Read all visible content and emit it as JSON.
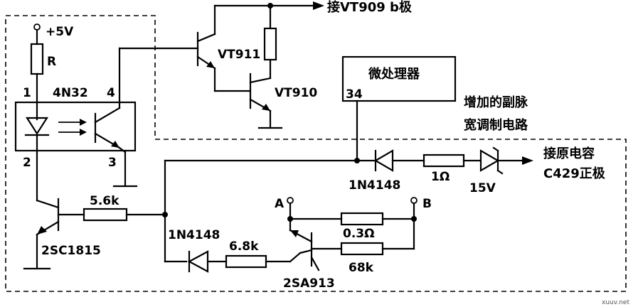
{
  "labels": {
    "supply": "+5V",
    "r": "R",
    "pin1": "1",
    "pin2": "2",
    "pin3": "3",
    "pin4": "4",
    "optocoupler": "4N32",
    "vt911": "VT911",
    "vt910": "VT910",
    "to_vt909": "接VT909 b极",
    "mcu": "微处理器",
    "mcu_pin": "34",
    "added_circuit_line1": "增加的副脉",
    "added_circuit_line2": "宽调制电路",
    "to_c429_line1": "接原电容",
    "to_c429_line2": "C429正极",
    "d_1n4148_top": "1N4148",
    "r_1ohm": "1Ω",
    "zener_15v": "15V",
    "r_5_6k": "5.6k",
    "q_2sc1815": "2SC1815",
    "d_1n4148_bottom": "1N4148",
    "r_6_8k": "6.8k",
    "q_2sa913": "2SA913",
    "point_a": "A",
    "point_b": "B",
    "r_0_3ohm": "0.3Ω",
    "r_68k": "68k",
    "watermark": "xuuv.net"
  }
}
